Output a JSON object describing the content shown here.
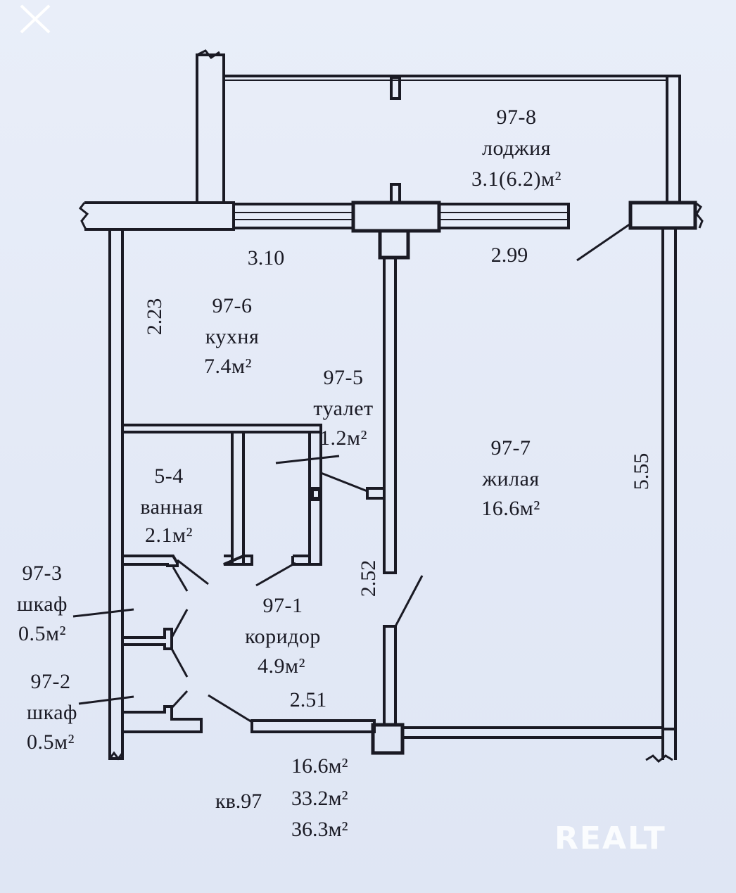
{
  "rooms": [
    {
      "id": "97-8",
      "name": "лоджия",
      "area": "3.1(6.2)м²"
    },
    {
      "id": "97-6",
      "name": "кухня",
      "area": "7.4м²"
    },
    {
      "id": "97-5",
      "name": "туалет",
      "area": "1.2м²"
    },
    {
      "id": "97-7",
      "name": "жилая",
      "area": "16.6м²"
    },
    {
      "id": "5-4",
      "name": "ванная",
      "area": "2.1м²"
    },
    {
      "id": "97-3",
      "name": "шкаф",
      "area": "0.5м²"
    },
    {
      "id": "97-1",
      "name": "коридор",
      "area": "4.9м²"
    },
    {
      "id": "97-2",
      "name": "шкаф",
      "area": "0.5м²"
    }
  ],
  "dimensions": {
    "kitchen_width": "3.10",
    "living_width": "2.99",
    "kitchen_depth": "2.23",
    "living_depth": "5.55",
    "corridor_depth": "2.52",
    "corridor_width": "2.51"
  },
  "apartment": {
    "label": "кв.97",
    "living_area": "16.6м²",
    "total_area": "33.2м²",
    "total_with_loggia": "36.3м²"
  },
  "watermark": "REALT",
  "colors": {
    "ink": "#1a1a24",
    "background": "#e6ecf8",
    "wall_fill": "#e6ecf8"
  }
}
